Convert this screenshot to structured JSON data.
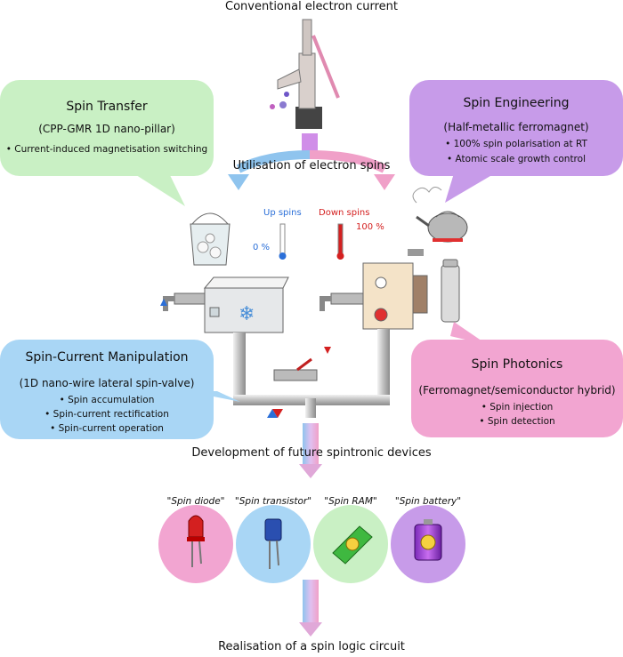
{
  "header": {
    "top": "Conventional electron current"
  },
  "mid": {
    "utilisation": "Utilisation of electron spins",
    "up_spins": "Up spins",
    "down_spins": "Down spins",
    "up_pct": "0 %",
    "down_pct": "100 %",
    "development": "Development of future spintronic devices",
    "realisation": "Realisation of a spin logic circuit"
  },
  "bubbles": {
    "spin_transfer": {
      "title": "Spin Transfer",
      "subtitle": "(CPP-GMR 1D nano-pillar)",
      "items": [
        "• Current-induced magnetisation switching"
      ],
      "color": "#c9f0c4"
    },
    "spin_engineering": {
      "title": "Spin Engineering",
      "subtitle": "(Half-metallic ferromagnet)",
      "items": [
        "• 100% spin polarisation at RT",
        "• Atomic scale growth control"
      ],
      "color": "#c79be9"
    },
    "spin_current": {
      "title": "Spin-Current Manipulation",
      "subtitle": "(1D nano-wire lateral spin-valve)",
      "items": [
        "• Spin accumulation",
        "• Spin-current rectification",
        "• Spin-current operation"
      ],
      "color": "#a9d6f5"
    },
    "spin_photonics": {
      "title": "Spin Photonics",
      "subtitle": "(Ferromagnet/semiconductor hybrid)",
      "items": [
        "• Spin injection",
        "• Spin detection"
      ],
      "color": "#f2a5d1"
    }
  },
  "devices": [
    {
      "label": "\"Spin diode\"",
      "color": "#f2a5d1"
    },
    {
      "label": "\"Spin transistor\"",
      "color": "#a9d6f5"
    },
    {
      "label": "\"Spin RAM\"",
      "color": "#c9f0c4"
    },
    {
      "label": "\"Spin battery\"",
      "color": "#c79be9"
    }
  ],
  "colors": {
    "up_blue": "#2b6fd8",
    "down_red": "#d42020",
    "arrow_pink": "#f0a0c8",
    "arrow_blue": "#8fc4ee",
    "pipe": "#c8c8c8"
  }
}
